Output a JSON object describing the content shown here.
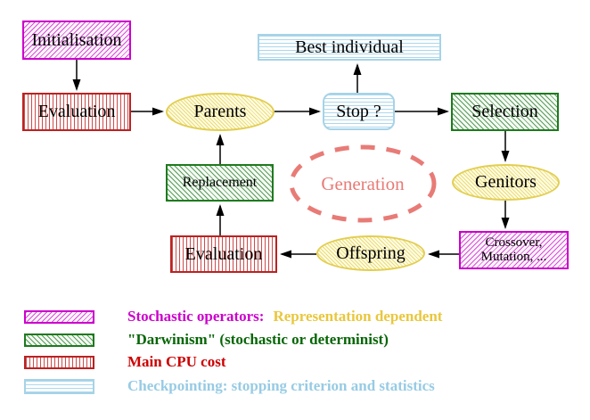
{
  "palette": {
    "magenta": "#cc00cc",
    "dark_green": "#1e7a1e",
    "dark_red": "#bb2222",
    "light_blue": "#a6d3e8",
    "yellow": "#e2ce52",
    "salmon": "#e87b76",
    "gold_text": "#e9c73c",
    "green_text": "#066606",
    "red_text": "#cc0000",
    "cyan_text": "#97cbe4",
    "arrow": "#000000"
  },
  "diagram": {
    "nodes": {
      "initialisation": {
        "label": "Initialisation",
        "style": "magenta-hatch-box"
      },
      "evaluation_top": {
        "label": "Evaluation",
        "style": "red-vlines-box"
      },
      "parents": {
        "label": "Parents",
        "style": "yellow-hatch-ellipse"
      },
      "best_individual": {
        "label": "Best individual",
        "style": "cyan-hlines-box"
      },
      "stop": {
        "label": "Stop ?",
        "style": "cyan-hlines-rounded-box"
      },
      "selection": {
        "label": "Selection",
        "style": "green-hatch-box"
      },
      "replacement": {
        "label": "Replacement",
        "style": "green-hatch-box"
      },
      "generation": {
        "label": "Generation",
        "style": "salmon-dashed-ellipse"
      },
      "genitors": {
        "label": "Genitors",
        "style": "yellow-hatch-ellipse"
      },
      "crossover_mutation": {
        "line1": "Crossover,",
        "line2": "Mutation, ...",
        "style": "magenta-hatch-box"
      },
      "offspring": {
        "label": "Offspring",
        "style": "yellow-hatch-ellipse"
      },
      "evaluation_bottom": {
        "label": "Evaluation",
        "style": "red-vlines-box"
      }
    },
    "arrows": [
      "initialisation->evaluation_top",
      "evaluation_top->parents",
      "parents->stop",
      "stop->best_individual",
      "stop->selection",
      "selection->genitors",
      "genitors->crossover_mutation",
      "crossover_mutation->offspring",
      "offspring->evaluation_bottom",
      "evaluation_bottom->replacement",
      "replacement->parents"
    ]
  },
  "legend": {
    "rows": [
      {
        "swatch_icon": "magenta-diagonal-hatch-swatch",
        "text": "Stochastic operators:",
        "text2": "Representation dependent"
      },
      {
        "swatch_icon": "green-diagonal-hatch-swatch",
        "text": "\"Darwinism\" (stochastic or determinist)"
      },
      {
        "swatch_icon": "red-vertical-lines-swatch",
        "text": "Main CPU cost"
      },
      {
        "swatch_icon": "cyan-horizontal-lines-swatch",
        "text": "Checkpointing: stopping criterion and statistics"
      }
    ]
  }
}
